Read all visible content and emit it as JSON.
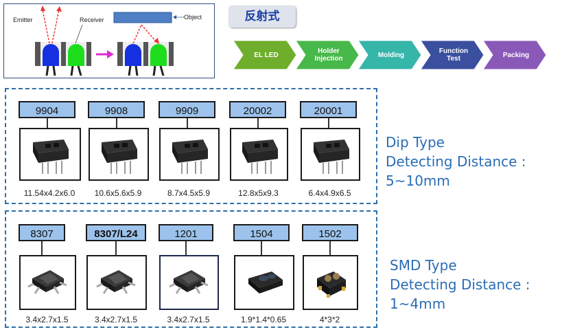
{
  "diagram": {
    "emitter_label": "Emitter",
    "receiver_label": "Receiver",
    "object_label": "Object"
  },
  "title": "反射式",
  "process": [
    "EL LED",
    "Holder Injection",
    "Molding",
    "Function Test",
    "Packing"
  ],
  "process_lines": [
    [
      "EL LED"
    ],
    [
      "Holder",
      "Injection"
    ],
    [
      "Molding"
    ],
    [
      "Function",
      "Test"
    ],
    [
      "Packing"
    ]
  ],
  "process_colors": [
    "#6fae2c",
    "#47b84a",
    "#36b5a9",
    "#3a4f9e",
    "#8a59b8"
  ],
  "dip": {
    "items": [
      {
        "part": "9904",
        "size": "11.54x4.2x6.0"
      },
      {
        "part": "9908",
        "size": "10.6x5.6x5.9"
      },
      {
        "part": "9909",
        "size": "8.7x4.5x5.9"
      },
      {
        "part": "20002",
        "size": "12.8x5x9.3"
      },
      {
        "part": "20001",
        "size": "6.4x4.9x6.5"
      }
    ],
    "line1": "Dip Type",
    "line2": "Detecting Distance :",
    "line3": "5~10mm"
  },
  "smd": {
    "items": [
      {
        "part": "8307",
        "size": "3.4x2.7x1.5"
      },
      {
        "part": "8307/L24",
        "size": "3.4x2.7x1.5"
      },
      {
        "part": "1201",
        "size": "3.4x2.7x1.5"
      },
      {
        "part": "1504",
        "size": "1.9*1.4*0.65"
      },
      {
        "part": "1502",
        "size": "4*3*2"
      }
    ],
    "line1": "SMD Type",
    "line2": "Detecting Distance :",
    "line3": "1~4mm"
  }
}
